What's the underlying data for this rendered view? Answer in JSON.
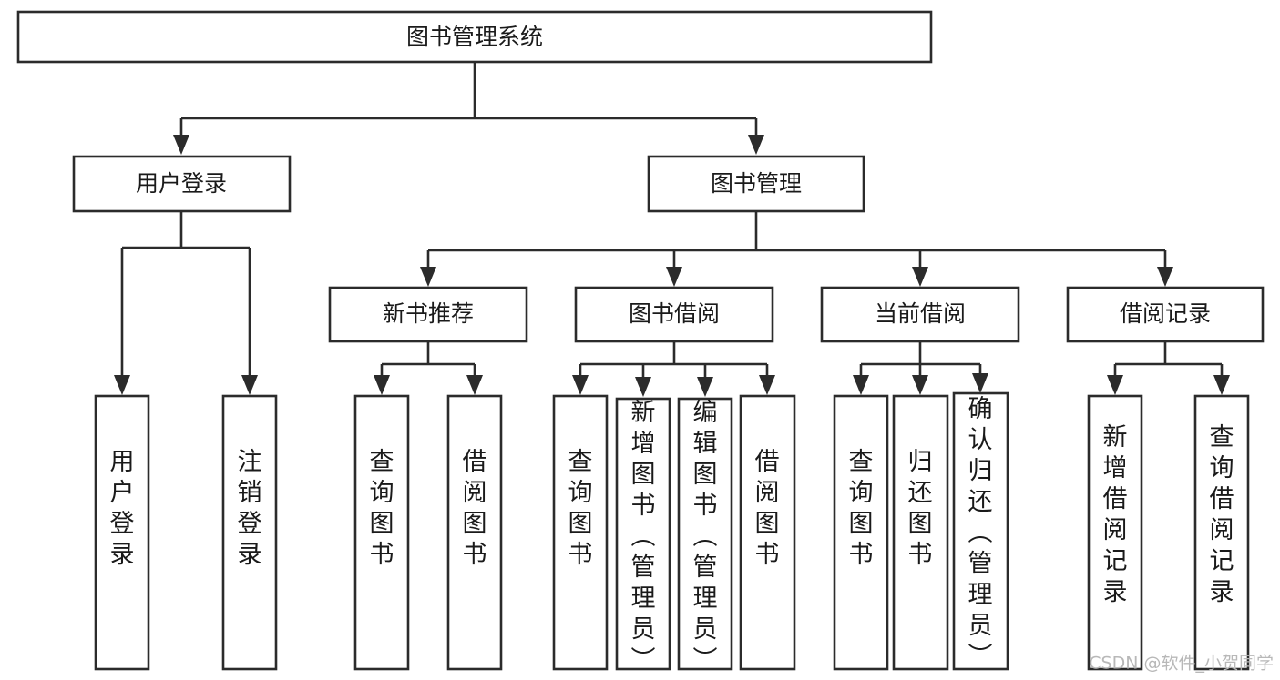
{
  "diagram": {
    "title": "图书管理系统",
    "type": "tree",
    "watermark": "CSDN @软件_小贺同学",
    "colors": {
      "stroke": "#2b2b2b",
      "box_fill": "#ffffff",
      "text": "#1a1a1a",
      "background": "#ffffff",
      "watermark": "#b8b8b8"
    },
    "levels": {
      "root_label": "图书管理系统",
      "level1": [
        "用户登录",
        "图书管理"
      ],
      "level2": [
        "新书推荐",
        "图书借阅",
        "当前借阅",
        "借阅记录"
      ]
    },
    "nodes": {
      "root": {
        "label": "图书管理系统"
      },
      "user_login": {
        "label": "用户登录"
      },
      "book_manage": {
        "label": "图书管理"
      },
      "new_book_rec": {
        "label": "新书推荐"
      },
      "book_borrow": {
        "label": "图书借阅"
      },
      "current_borrow": {
        "label": "当前借阅"
      },
      "borrow_record": {
        "label": "借阅记录"
      }
    },
    "leaves": {
      "user_login": [
        {
          "label": "用户登录"
        },
        {
          "label": "注销登录"
        }
      ],
      "new_book_rec": [
        {
          "label": "查询图书"
        },
        {
          "label": "借阅图书"
        }
      ],
      "book_borrow": [
        {
          "label": "查询图书"
        },
        {
          "label": "新增图书（管理员）"
        },
        {
          "label": "编辑图书（管理员）"
        },
        {
          "label": "借阅图书"
        }
      ],
      "current_borrow": [
        {
          "label": "查询图书"
        },
        {
          "label": "归还图书"
        },
        {
          "label": "确认归还（管理员）"
        }
      ],
      "borrow_record": [
        {
          "label": "新增借阅记录"
        },
        {
          "label": "查询借阅记录"
        }
      ]
    }
  }
}
